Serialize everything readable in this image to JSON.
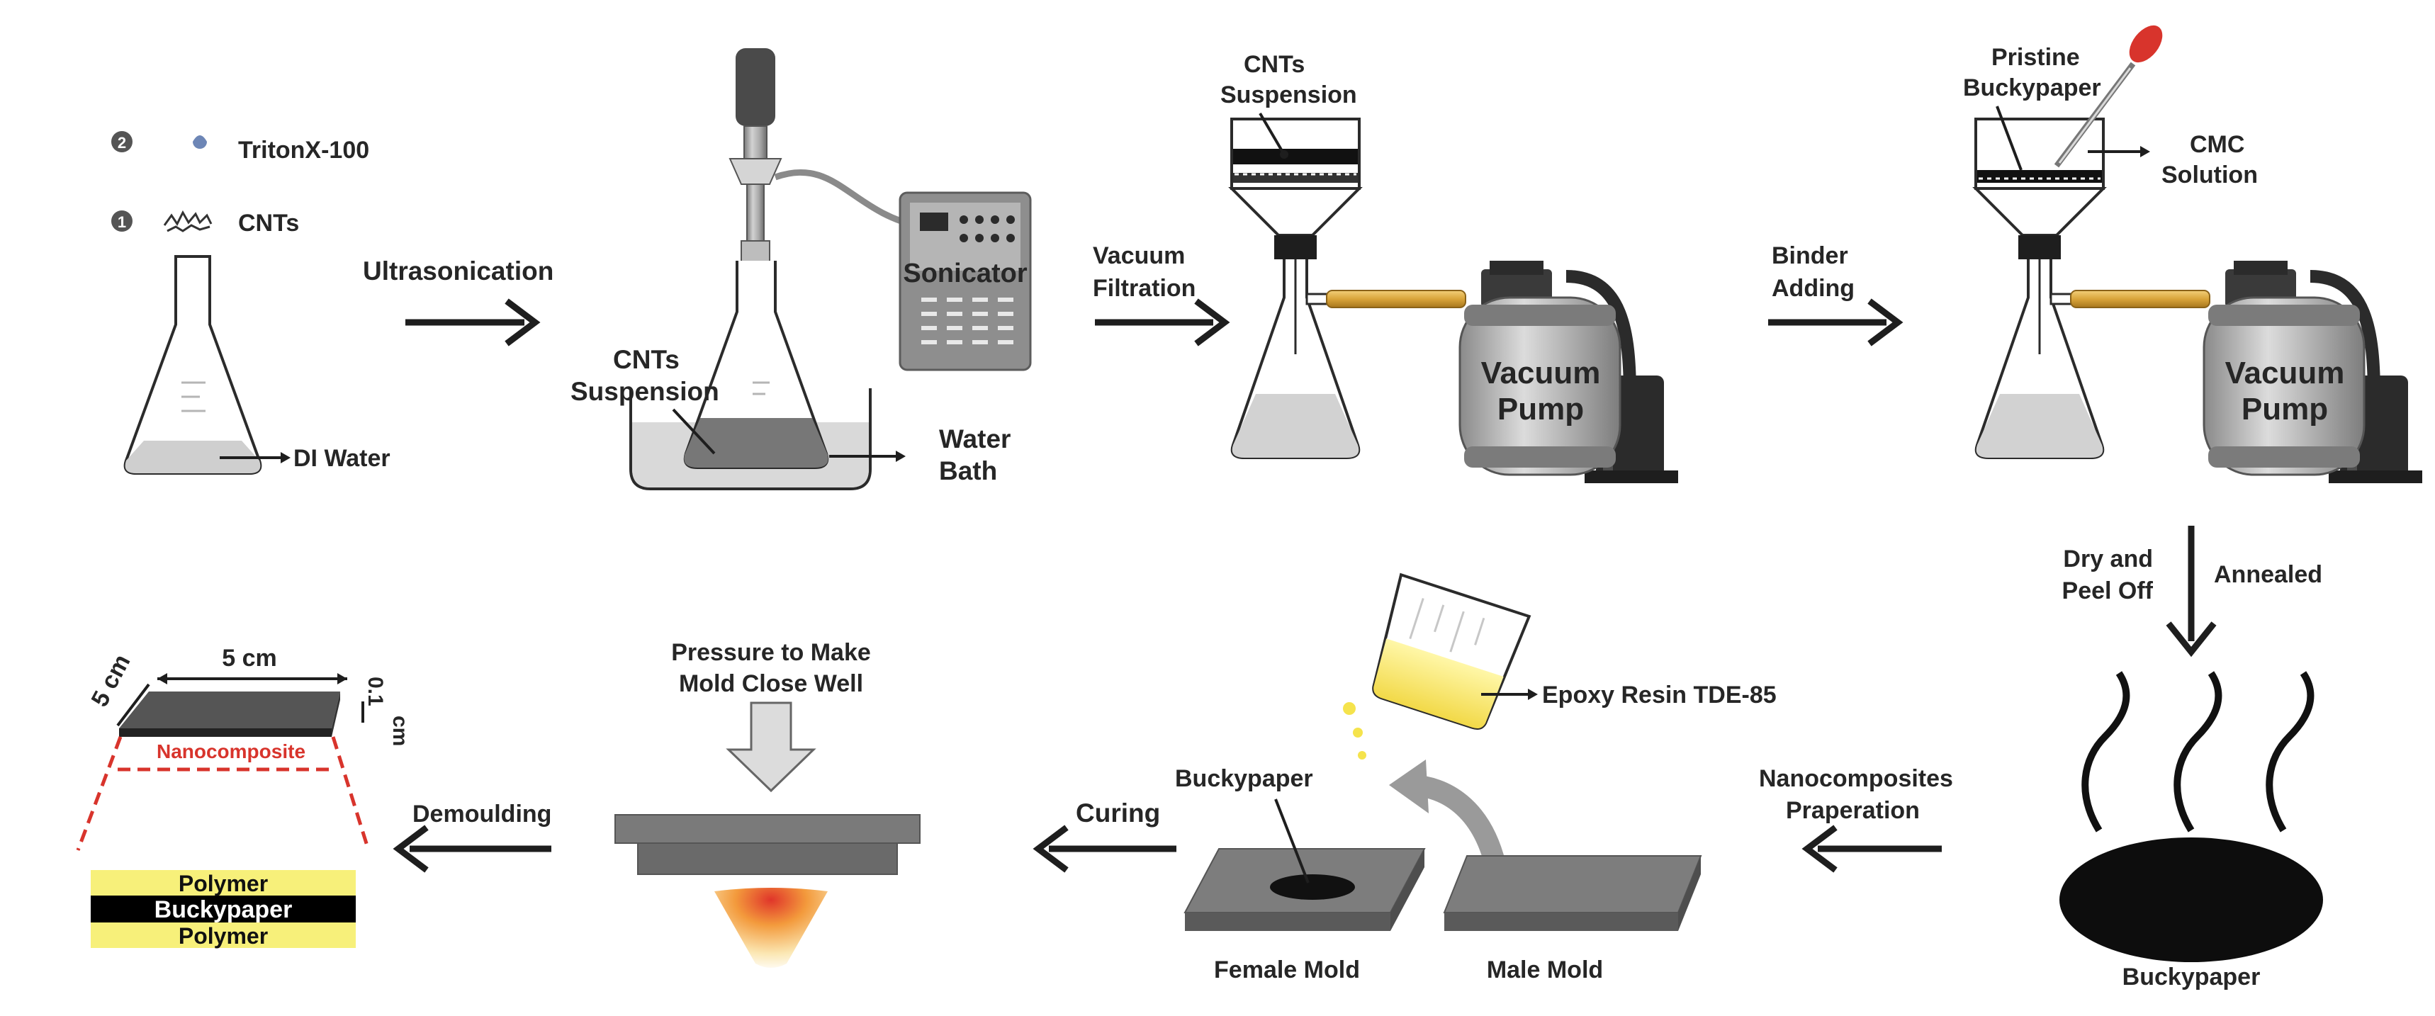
{
  "materials": {
    "step2_marker": "2",
    "step1_marker": "1",
    "tritonx": "TritonX-100",
    "cnts": "CNTs",
    "di_water": "DI Water"
  },
  "ultrasonication": {
    "step_label": "Ultrasonication",
    "sonicator": "Sonicator",
    "cnts_suspension_line1": "CNTs",
    "cnts_suspension_line2": "Suspension",
    "water_bath_line1": "Water",
    "water_bath_line2": "Bath"
  },
  "filtration": {
    "step_label_line1": "Vacuum",
    "step_label_line2": "Filtration",
    "cnts_suspension_line1": "CNTs",
    "cnts_suspension_line2": "Suspension",
    "pump_line1": "Vacuum",
    "pump_line2": "Pump"
  },
  "binder": {
    "step_label_line1": "Binder",
    "step_label_line2": "Adding",
    "pristine_line1": "Pristine",
    "pristine_line2": "Buckypaper",
    "cmc_line1": "CMC",
    "cmc_line2": "Solution",
    "pump_line1": "Vacuum",
    "pump_line2": "Pump"
  },
  "drying": {
    "dry_line1": "Dry and",
    "dry_line2": "Peel Off",
    "annealed": "Annealed",
    "buckypaper": "Buckypaper"
  },
  "molding": {
    "step_label_line1": "Nanocomposites",
    "step_label_line2": "Praperation",
    "epoxy": "Epoxy Resin TDE-85",
    "buckypaper": "Buckypaper",
    "female_mold": "Female Mold",
    "male_mold": "Male Mold"
  },
  "curing": {
    "step_label": "Curing",
    "pressure_line1": "Pressure to Make",
    "pressure_line2": "Mold Close Well"
  },
  "product": {
    "step_label": "Demoulding",
    "width": "5 cm",
    "depth": "5 cm",
    "thickness_line1": "0.1",
    "thickness_line2": "cm",
    "nanocomposite": "Nanocomposite",
    "layer_top": "Polymer",
    "layer_mid": "Buckypaper",
    "layer_bottom": "Polymer"
  },
  "colors": {
    "equipment_gray": "#9a9a9a",
    "dark": "#1e1e1e",
    "tubing_yellow": "#d8a53a",
    "polymer_yellow": "#f7f07a",
    "highlight_red": "#d8342c",
    "heat_orange": "#f39a3c"
  }
}
